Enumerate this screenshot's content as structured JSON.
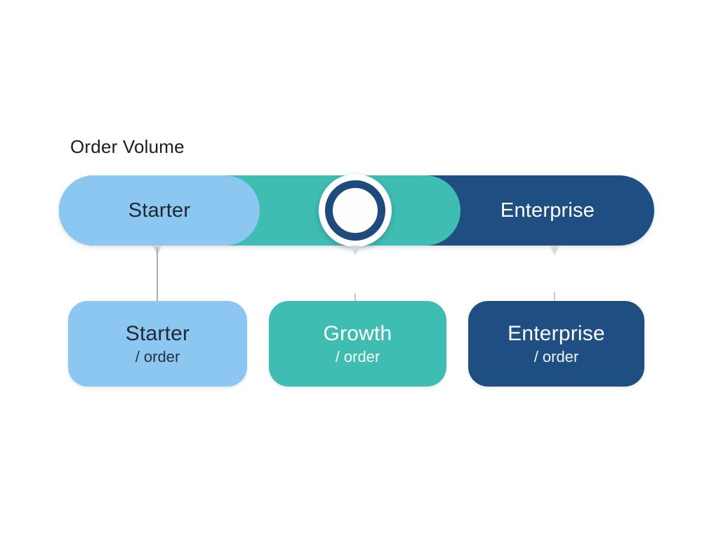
{
  "title": "Order Volume",
  "colors": {
    "starter_light_blue": "#8BC7F0",
    "growth_teal": "#3FBDB2",
    "enterprise_navy": "#1F4E82",
    "knob_ring_navy": "#1F4A7E",
    "knob_face_white": "#FFFFFF",
    "dark_text": "#1F2733",
    "light_text": "#FFFFFF",
    "title_text": "#1C1D1F",
    "connector_gray": "#A9AEB4"
  },
  "slider": {
    "segments": [
      {
        "id": "starter",
        "label": "Starter",
        "color": "#8BC7F0"
      },
      {
        "id": "growth",
        "label": "",
        "color": "#3FBDB2"
      },
      {
        "id": "enterprise",
        "label": "Enterprise",
        "color": "#1F4E82"
      }
    ],
    "knob": {
      "position_segment": "growth",
      "style": "white disc with navy ring"
    }
  },
  "cards": [
    {
      "id": "starter",
      "title": "Starter",
      "subtitle": "/ order",
      "color": "#8BC7F0"
    },
    {
      "id": "growth",
      "title": "Growth",
      "subtitle": "/ order",
      "color": "#3FBDB2"
    },
    {
      "id": "enterprise",
      "title": "Enterprise",
      "subtitle": "/ order",
      "color": "#1F4E82"
    }
  ]
}
